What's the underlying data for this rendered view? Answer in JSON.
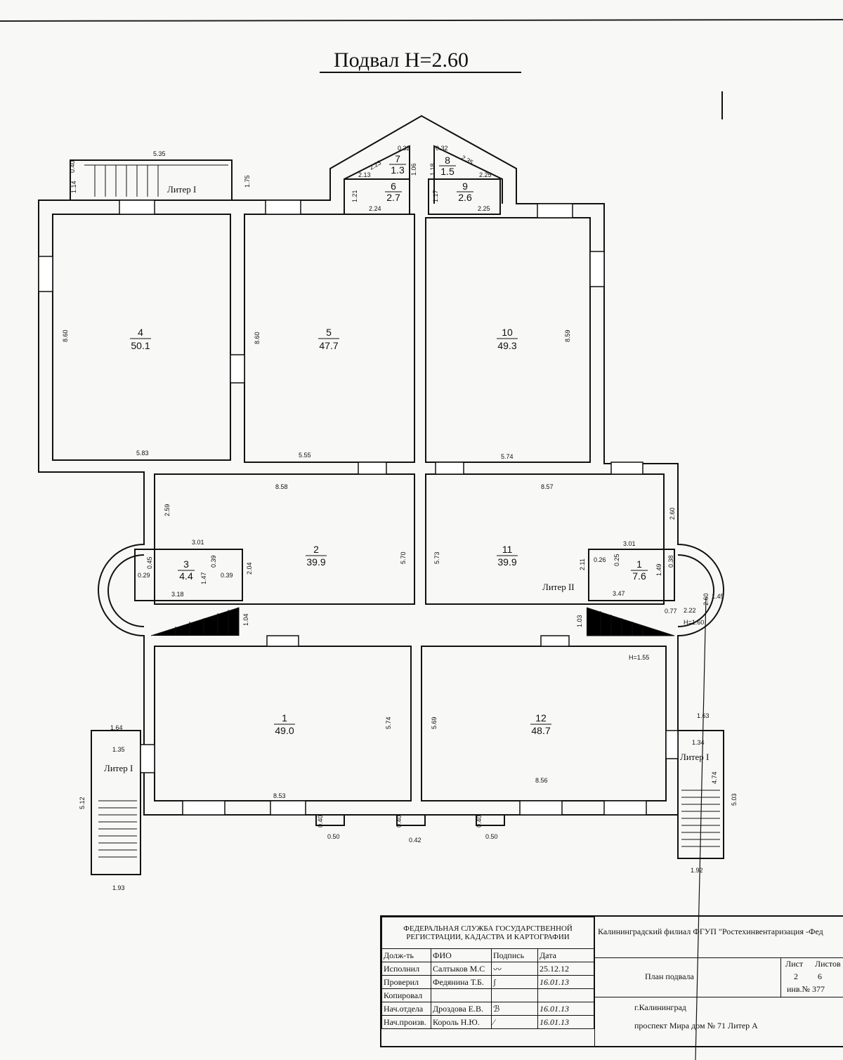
{
  "title": "Подвал  Н=2.60",
  "rooms": [
    {
      "num": "4",
      "area": "50.1"
    },
    {
      "num": "5",
      "area": "47.7"
    },
    {
      "num": "10",
      "area": "49.3"
    },
    {
      "num": "2",
      "area": "39.9"
    },
    {
      "num": "11",
      "area": "39.9"
    },
    {
      "num": "3",
      "area": "4.4"
    },
    {
      "num": "1",
      "area": "7.6"
    },
    {
      "num": "1",
      "area": "49.0"
    },
    {
      "num": "12",
      "area": "48.7"
    },
    {
      "num": "6",
      "area": "2.7"
    },
    {
      "num": "7",
      "area": "1.3"
    },
    {
      "num": "8",
      "area": "1.5"
    },
    {
      "num": "9",
      "area": "2.6"
    }
  ],
  "liters": [
    "Литер I",
    "Литер II",
    "Литер I",
    "Литер I"
  ],
  "dims": [
    "5.35",
    "0.40",
    "1.14",
    "1.75",
    "8.60",
    "5.83",
    "8.60",
    "5.55",
    "5.74",
    "8.59",
    "8.58",
    "8.57",
    "2.59",
    "2.60",
    "5.70",
    "5.73",
    "3.01",
    "3.01",
    "0.29",
    "0.45",
    "0.39",
    "1.47",
    "0.39",
    "2.04",
    "3.18",
    "2.11",
    "0.26",
    "0.25",
    "1.49",
    "0.38",
    "3.47",
    "0.77",
    "2.22",
    "2.60",
    "1.45",
    "H=1.60",
    "1.04",
    "1.03",
    "H=1.55",
    "1.64",
    "1.35",
    "5.12",
    "5.74",
    "5.69",
    "8.53",
    "8.56",
    "1.63",
    "1.34",
    "4.74",
    "5.03",
    "1.93",
    "1.92",
    "0.40",
    "0.50",
    "0.40",
    "0.42",
    "0.40",
    "0.50",
    "2.13",
    "2.23",
    "0.32",
    "1.06",
    "0.32",
    "1.18",
    "2.35",
    "2.25",
    "1.21",
    "2.24",
    "1.17",
    "2.25"
  ],
  "title_block": {
    "agency": "ФЕДЕРАЛЬНАЯ СЛУЖБА ГОСУДАРСТВЕННОЙ РЕГИСТРАЦИИ, КАДАСТРА И КАРТОГРАФИИ",
    "org": "Калининградский филиал ФГУП \"Ростехинвентаризация -Фед",
    "headers": [
      "Долж-ть",
      "ФИО",
      "Подпись",
      "Дата"
    ],
    "rows": [
      {
        "role": "Исполнил",
        "name": "Салтыков М.С",
        "date": "25.12.12"
      },
      {
        "role": "Проверил",
        "name": "Федянина Т.Б.",
        "date": "16.01.13"
      },
      {
        "role": "Копировал",
        "name": "",
        "date": ""
      },
      {
        "role": "Нач.отдела",
        "name": "Дроздова Е.В.",
        "date": "16.01.13"
      },
      {
        "role": "Нач.произв.",
        "name": "Король Н.Ю.",
        "date": "16.01.13"
      }
    ],
    "doc_title": "План подвала",
    "sheet_label": "Лист",
    "sheets_label": "Листов",
    "sheet": "2",
    "sheets": "6",
    "inv": "инв.№  377",
    "city": "г.Калининград",
    "address": "проспект Мира дом № 71 Литер А"
  }
}
